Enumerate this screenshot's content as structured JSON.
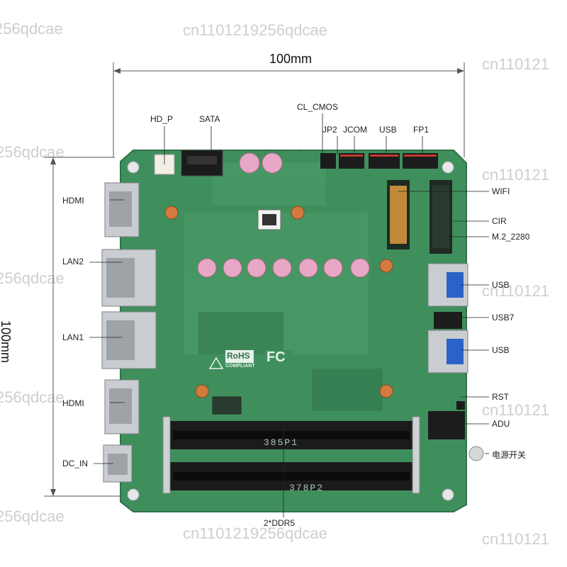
{
  "dimensions": {
    "width_label": "100mm",
    "height_label": "100mm"
  },
  "labels": {
    "hd_p": "HD_P",
    "sata": "SATA",
    "cl_cmos": "CL_CMOS",
    "jp2": "JP2",
    "jcom": "JCOM",
    "usb_top": "USB",
    "fp1": "FP1",
    "hdmi_top": "HDMI",
    "lan2": "LAN2",
    "lan1": "LAN1",
    "hdmi_bottom": "HDMI",
    "dc_in": "DC_IN",
    "wifi": "WIFI",
    "cir": "CIR",
    "m2": "M.2_2280",
    "usb_right_1": "USB",
    "usb7": "USB7",
    "usb_right_2": "USB",
    "rst": "RST",
    "adu": "ADU",
    "power_switch": "电源开关",
    "ddr": "2*DDR5"
  },
  "board_marks": {
    "rohs": "RoHS",
    "compliant": "COMPLIANT",
    "fc": "FC",
    "slot_top": "385P1",
    "slot_bottom": "378P2"
  },
  "watermarks": [
    "256qdcae",
    "cn1101219256qdcae",
    "cn110121",
    "256qdcae",
    "cn1101219256qdcae",
    "cn110121",
    "256qdcae",
    "cn1101219256qdcae",
    "cn110121",
    "256qdcae",
    "cn1101219256qdcae",
    "cn110121",
    "256qdcae",
    "cn1101219256qdcae",
    "cn110121"
  ],
  "colors": {
    "pcb": "#3f8f5c",
    "pcb_dark": "#2f7249",
    "port_metal": "#c9ccd0",
    "capacitor": "#e9a7c6",
    "copper": "#d37a3f",
    "header_red": "#c23a2d"
  }
}
